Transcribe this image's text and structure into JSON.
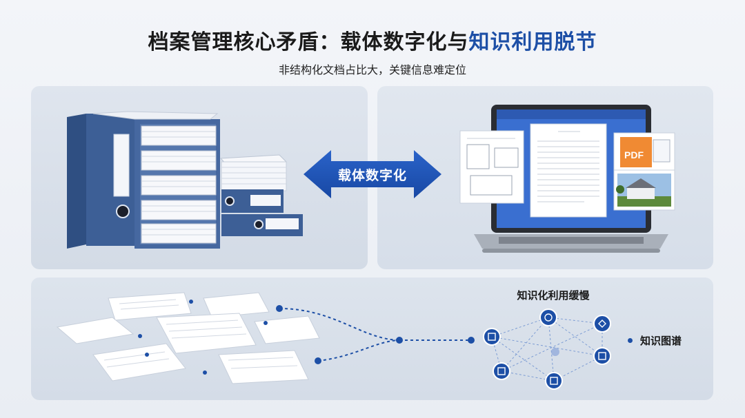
{
  "header": {
    "title_main": "档案管理核心矛盾：载体数字化与",
    "title_accent": "知识利用脱节",
    "subtitle": "非结构化文档占比大，关键信息难定位"
  },
  "middle": {
    "arrow_label": "载体数字化"
  },
  "laptop": {
    "doc_pdf_label": "PDF"
  },
  "bottom": {
    "kg_title": "知识化利用缓慢",
    "kg_label": "知识图谱"
  },
  "colors": {
    "accent": "#1d4fa6",
    "binder": "#3d5f96",
    "node": "#1d4fa6"
  },
  "icons": [
    "binder-icon",
    "laptop-icon",
    "pdf-icon",
    "house-photo-icon",
    "document-icon",
    "knowledge-node-icon"
  ]
}
